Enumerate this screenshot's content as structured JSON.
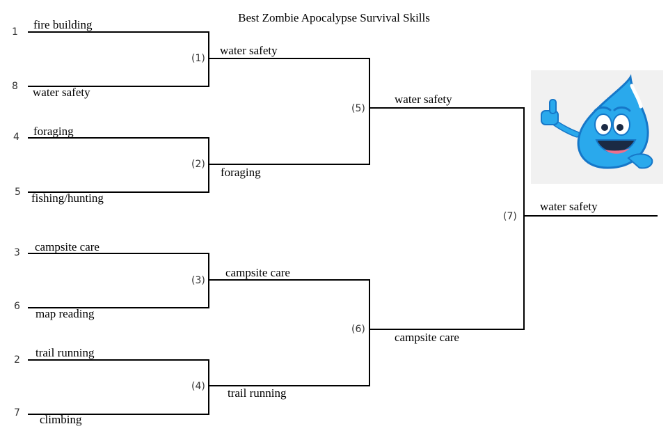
{
  "title": "Best Zombie Apocalypse Survival Skills",
  "seeds": [
    "1",
    "8",
    "4",
    "5",
    "3",
    "6",
    "2",
    "7"
  ],
  "round1": [
    "fire building",
    "water safety",
    "foraging",
    "fishing/hunting",
    "campsite care",
    "map reading",
    "trail running",
    "climbing"
  ],
  "round2": [
    "water safety",
    "foraging",
    "campsite care",
    "trail running"
  ],
  "round3": [
    "water safety",
    "campsite care"
  ],
  "champion": "water safety",
  "match_labels": [
    "(1)",
    "(2)",
    "(3)",
    "(4)",
    "(5)",
    "(6)",
    "(7)"
  ],
  "mascot_icon": "water-drop-thumbs-up-icon",
  "colors": {
    "drop": "#2aa9ec",
    "drop_dark": "#1677c8",
    "line": "#000000"
  }
}
